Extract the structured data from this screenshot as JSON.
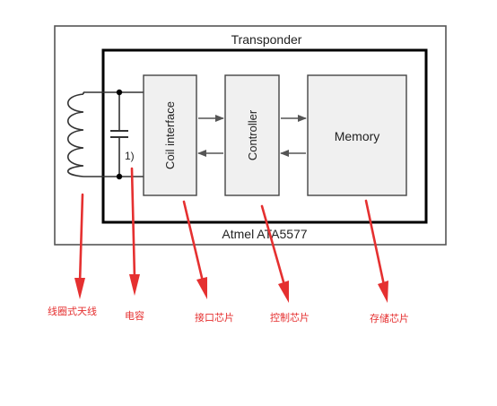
{
  "diagram": {
    "outer_title": "Transponder",
    "chip_title": "Atmel ATA5577",
    "blocks": {
      "coil_interface": "Coil interface",
      "controller": "Controller",
      "memory": "Memory"
    },
    "capacitor_marker": "1)"
  },
  "annotations": [
    {
      "id": "coil-antenna",
      "label": "线圈式天线"
    },
    {
      "id": "capacitor",
      "label": "电容"
    },
    {
      "id": "interface-chip",
      "label": "接口芯片"
    },
    {
      "id": "control-chip",
      "label": "控制芯片"
    },
    {
      "id": "storage-chip",
      "label": "存储芯片"
    }
  ],
  "colors": {
    "outer_border": "#555555",
    "chip_border": "#000000",
    "block_fill": "#f0f0f0",
    "arrow": "#555555",
    "annotation": "#e53030"
  }
}
